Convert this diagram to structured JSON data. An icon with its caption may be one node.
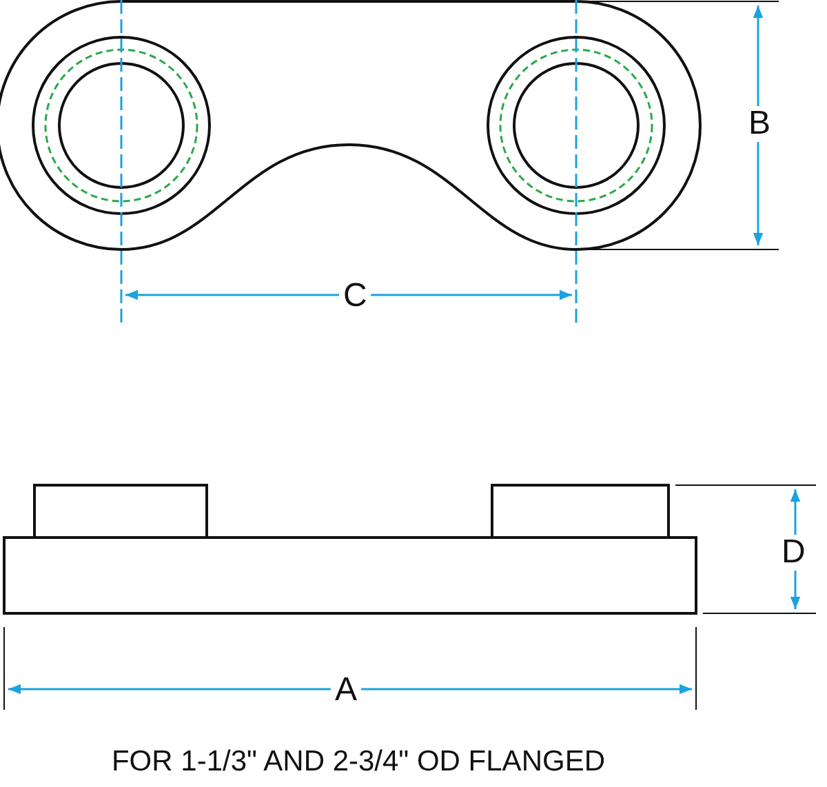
{
  "diagram": {
    "caption": "FOR 1-1/3\" AND 2-3/4\" OD FLANGED",
    "labels": [
      "B",
      "C",
      "D",
      "A"
    ]
  }
}
